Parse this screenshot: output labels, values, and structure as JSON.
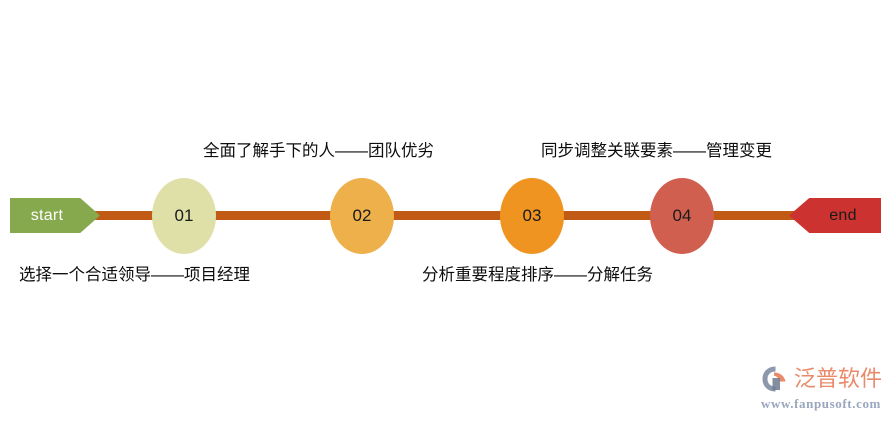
{
  "diagram": {
    "type": "horizontal-process-timeline",
    "start_cap": {
      "label": "start",
      "color": "#86a94d"
    },
    "end_cap": {
      "label": "end",
      "color": "#cc3330"
    },
    "rail_color": "#c15a14",
    "nodes": [
      {
        "number": "01",
        "color": "#dee0a8"
      },
      {
        "number": "02",
        "color": "#eeb04a"
      },
      {
        "number": "03",
        "color": "#ef9420"
      },
      {
        "number": "04",
        "color": "#d15f4f"
      }
    ],
    "captions_top": [
      "全面了解手下的人——团队优劣",
      "同步调整关联要素——管理变更"
    ],
    "captions_bottom": [
      "选择一个合适领导——项目经理",
      "分析重要程度排序——分解任务"
    ]
  },
  "watermark": {
    "brand": "泛普软件",
    "url": "www.fanpusoft.com",
    "brand_color": "#e98a6a",
    "url_color": "#9aa6bd",
    "mark_icon": "fanpu-swoosh-logo-icon"
  }
}
